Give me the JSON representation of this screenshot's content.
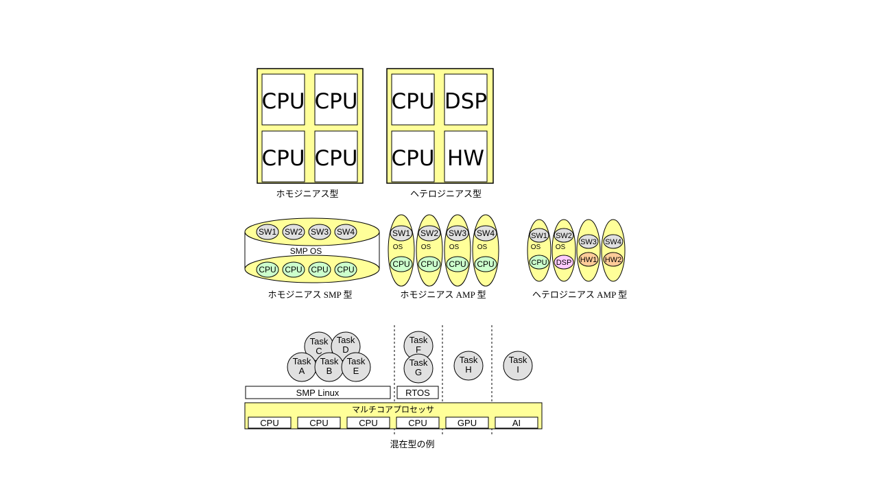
{
  "colors": {
    "yellow": "#ffff99",
    "cpu_green": "#ccffcc",
    "dsp_pink": "#ffccff",
    "hw_orange": "#ffcc99",
    "gray": "#e0e0e0",
    "stroke": "#000000"
  },
  "chips": {
    "homogeneous": {
      "cells": [
        "CPU",
        "CPU",
        "CPU",
        "CPU"
      ],
      "caption": "ホモジニアス型"
    },
    "heterogeneous": {
      "cells": [
        "CPU",
        "DSP",
        "CPU",
        "HW"
      ],
      "caption": "ヘテロジニアス型"
    }
  },
  "smp": {
    "sw": [
      "SW1",
      "SW2",
      "SW3",
      "SW4"
    ],
    "os": "SMP OS",
    "cpu": [
      "CPU",
      "CPU",
      "CPU",
      "CPU"
    ],
    "caption": "ホモジニアス SMP 型"
  },
  "amp_homo": {
    "columns": [
      {
        "sw": "SW1",
        "os": "OS",
        "core": "CPU"
      },
      {
        "sw": "SW2",
        "os": "OS",
        "core": "CPU"
      },
      {
        "sw": "SW3",
        "os": "OS",
        "core": "CPU"
      },
      {
        "sw": "SW4",
        "os": "OS",
        "core": "CPU"
      }
    ],
    "caption": "ホモジニアス AMP 型"
  },
  "amp_hetero": {
    "columns": [
      {
        "sw": "SW1",
        "os": "OS",
        "core": "CPU"
      },
      {
        "sw": "SW2",
        "os": "OS",
        "core": "DSP"
      },
      {
        "sw": "SW3",
        "os": "",
        "core": "HW1"
      },
      {
        "sw": "SW4",
        "os": "",
        "core": "HW2"
      }
    ],
    "caption": "ヘテロジニアス AMP 型"
  },
  "mixed": {
    "tasks": [
      {
        "line1": "Task",
        "line2": "C"
      },
      {
        "line1": "Task",
        "line2": "D"
      },
      {
        "line1": "Task",
        "line2": "A"
      },
      {
        "line1": "Task",
        "line2": "B"
      },
      {
        "line1": "Task",
        "line2": "E"
      },
      {
        "line1": "Task",
        "line2": "F"
      },
      {
        "line1": "Task",
        "line2": "G"
      },
      {
        "line1": "Task",
        "line2": "H"
      },
      {
        "line1": "Task",
        "line2": "I"
      }
    ],
    "os_smp": "SMP Linux",
    "os_rtos": "RTOS",
    "processor": "マルチコアプロセッサ",
    "cores": [
      "CPU",
      "CPU",
      "CPU",
      "CPU",
      "GPU",
      "AI"
    ],
    "caption": "混在型の例"
  }
}
